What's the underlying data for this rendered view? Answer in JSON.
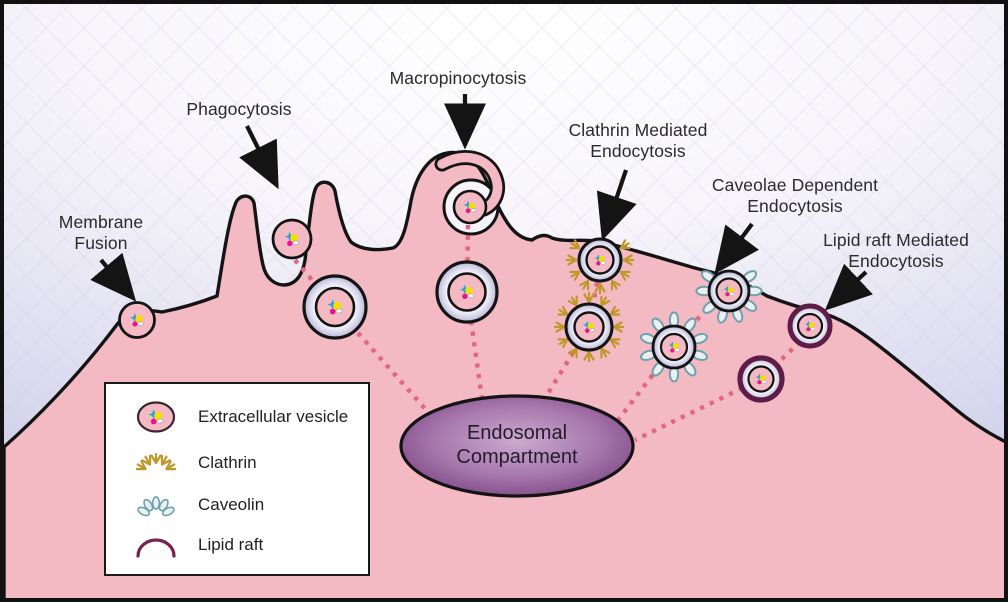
{
  "figure": {
    "labels": {
      "membrane_fusion": "Membrane\nFusion",
      "phagocytosis": "Phagocytosis",
      "macropinocytosis": "Macropinocytosis",
      "clathrin": "Clathrin Mediated\nEndocytosis",
      "caveolae": "Caveolae Dependent\nEndocytosis",
      "lipid_raft": "Lipid raft Mediated\nEndocytosis",
      "endosome": "Endosomal\nCompartment"
    },
    "legend": {
      "items": [
        {
          "id": "extracellular-vesicle",
          "label": "Extracellular vesicle"
        },
        {
          "id": "clathrin",
          "label": "Clathrin"
        },
        {
          "id": "caveolin",
          "label": "Caveolin"
        },
        {
          "id": "lipid-raft",
          "label": "Lipid raft"
        }
      ]
    },
    "colors": {
      "cell_fill": "#f4bac4",
      "membrane_outline": "#141414",
      "endosome_center": "#cbaacf",
      "endosome_edge": "#7c4583",
      "vesicle_ring": "#b7b5d8",
      "clathrin_coat": "#bf972a",
      "caveolin_coat": "#6fa0ad",
      "lipid_raft_ring": "#5e1c47",
      "dotted_path": "#e0677f",
      "background_corner": "#c2c6e4",
      "label_text": "#2b2b2b"
    }
  }
}
